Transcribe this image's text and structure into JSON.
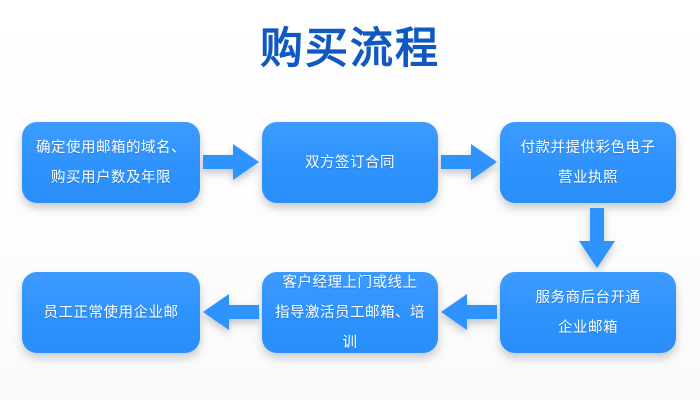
{
  "page": {
    "title": "购买流程",
    "title_color": "#1059C0",
    "node_color": "#3399FF",
    "background_color": "#FFFFFF",
    "text_color": "#FFFFFF"
  },
  "flow": {
    "nodes": [
      {
        "id": "step-1",
        "text": "确定使用邮箱的域名、\n购买用户数及年限"
      },
      {
        "id": "step-2",
        "text": "双方签订合同"
      },
      {
        "id": "step-3",
        "text": "付款并提供彩色电子\n营业执照"
      },
      {
        "id": "step-4",
        "text": "服务商后台开通\n企业邮箱"
      },
      {
        "id": "step-5",
        "text": "客户经理上门或线上\n指导激活员工邮箱、培训"
      },
      {
        "id": "step-6",
        "text": "员工正常使用企业邮"
      }
    ],
    "connectors": [
      {
        "id": "arrow-1",
        "direction": "right",
        "from": "step-1",
        "to": "step-2"
      },
      {
        "id": "arrow-2",
        "direction": "right",
        "from": "step-2",
        "to": "step-3"
      },
      {
        "id": "arrow-3",
        "direction": "down",
        "from": "step-3",
        "to": "step-4"
      },
      {
        "id": "arrow-4",
        "direction": "left",
        "from": "step-4",
        "to": "step-5"
      },
      {
        "id": "arrow-5",
        "direction": "left",
        "from": "step-5",
        "to": "step-6"
      }
    ]
  }
}
